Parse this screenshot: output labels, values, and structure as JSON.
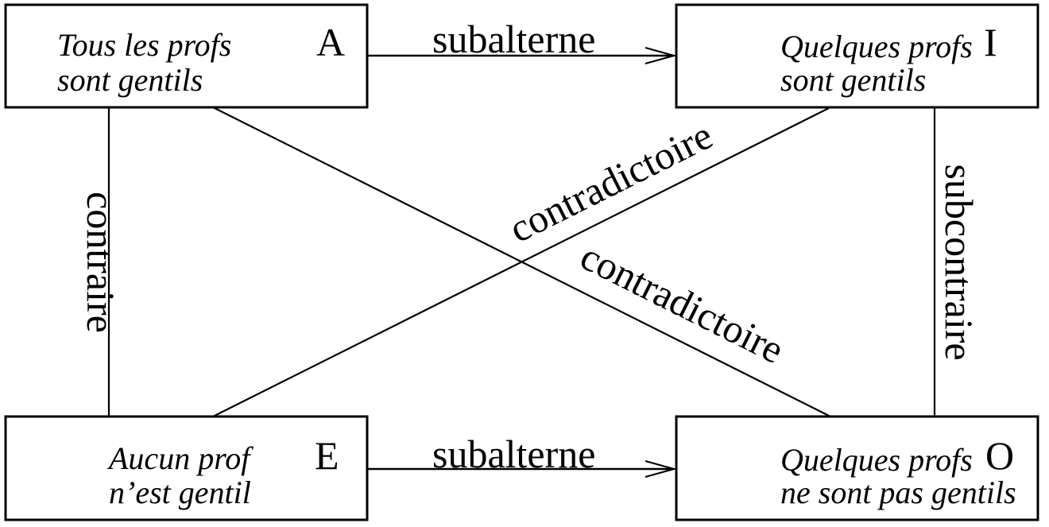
{
  "corners": {
    "A": {
      "letter": "A",
      "line1": "Tous les profs",
      "line2": "sont gentils"
    },
    "I": {
      "letter": "I",
      "line1": "Quelques profs",
      "line2": "sont gentils"
    },
    "E": {
      "letter": "E",
      "line1": "Aucun prof",
      "line2": "n’est gentil"
    },
    "O": {
      "letter": "O",
      "line1": "Quelques profs",
      "line2": "ne sont pas gentils"
    }
  },
  "relations": {
    "top": "subalterne",
    "bottom": "subalterne",
    "left": "contraire",
    "right": "subcontraire",
    "diag_e_i": "contradictoire",
    "diag_a_o": "contradictoire"
  }
}
